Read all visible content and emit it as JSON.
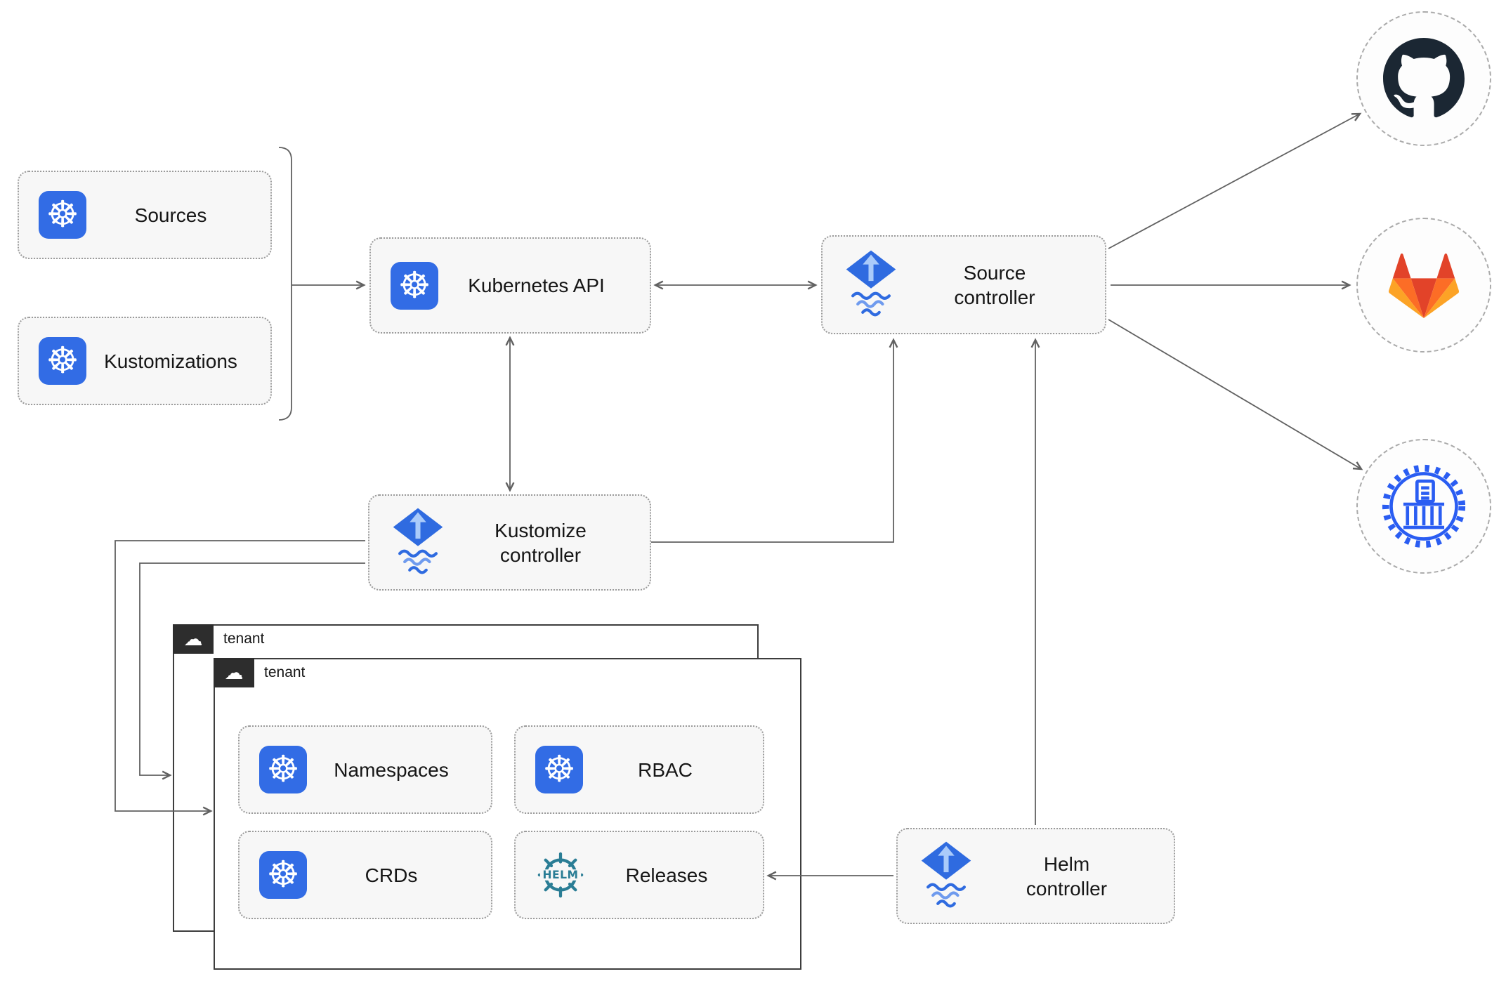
{
  "nodes": {
    "sources": {
      "label": "Sources"
    },
    "kustomizations": {
      "label": "Kustomizations"
    },
    "kubernetes_api": {
      "label": "Kubernetes API"
    },
    "source_controller": {
      "label": "Source\ncontroller"
    },
    "kustomize_controller": {
      "label": "Kustomize\ncontroller"
    },
    "helm_controller": {
      "label": "Helm\ncontroller"
    },
    "namespaces": {
      "label": "Namespaces"
    },
    "rbac": {
      "label": "RBAC"
    },
    "crds": {
      "label": "CRDs"
    },
    "releases": {
      "label": "Releases"
    }
  },
  "tenants": {
    "back": {
      "label": "tenant"
    },
    "front": {
      "label": "tenant"
    }
  },
  "endpoints": {
    "github": {
      "icon": "github-mark"
    },
    "gitlab": {
      "icon": "gitlab-tanuki"
    },
    "harbor": {
      "icon": "harbor-registry"
    }
  },
  "glyphs": {
    "kubernetes": "☸",
    "cloud": "☁",
    "helm_text": "HELM"
  },
  "colors": {
    "kubernetes_blue": "#326ce5",
    "flux_blue": "#2f6be0",
    "flux_arrow_light": "#aacbfa",
    "helm_teal": "#2a7d95",
    "github_dark": "#1b2733",
    "gitlab_red": "#e24329",
    "gitlab_orange": "#fc6d26",
    "gitlab_yellow": "#fca326",
    "harbor_blue": "#2a5df2",
    "connector_gray": "#616161",
    "node_fill": "#f7f7f7",
    "node_border": "#9a9a9a"
  }
}
